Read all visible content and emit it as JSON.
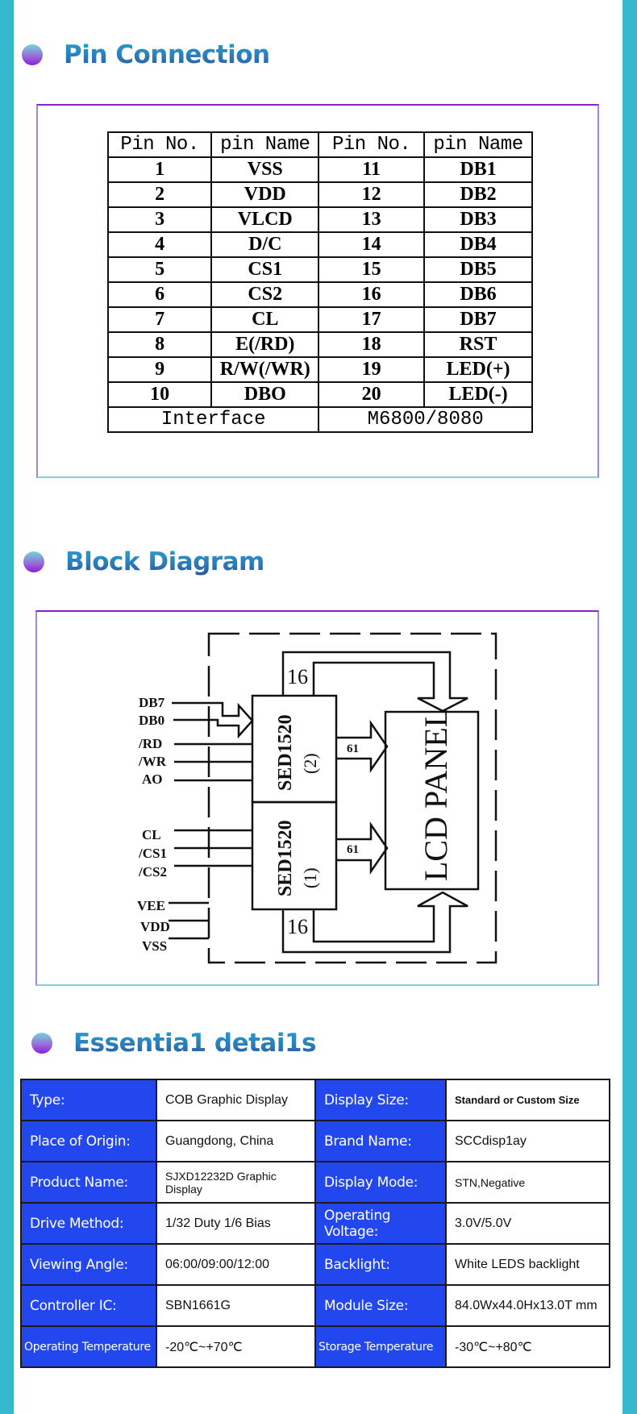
{
  "sections": {
    "pin_connection": {
      "title": "Pin Connection",
      "icon": "gradient-dot"
    },
    "block_diagram": {
      "title": "Block Diagram",
      "icon": "gradient-dot"
    },
    "essential_details": {
      "title": "Essentia1 detai1s",
      "icon": "gradient-dot"
    }
  },
  "pin_table": {
    "headers": [
      "Pin No.",
      "pin Name",
      "Pin No.",
      "pin Name"
    ],
    "rows": [
      [
        "1",
        "VSS",
        "11",
        "DB1"
      ],
      [
        "2",
        "VDD",
        "12",
        "DB2"
      ],
      [
        "3",
        "VLCD",
        "13",
        "DB3"
      ],
      [
        "4",
        "D/C",
        "14",
        "DB4"
      ],
      [
        "5",
        "CS1",
        "15",
        "DB5"
      ],
      [
        "6",
        "CS2",
        "16",
        "DB6"
      ],
      [
        "7",
        "CL",
        "17",
        "DB7"
      ],
      [
        "8",
        "E(/RD)",
        "18",
        "RST"
      ],
      [
        "9",
        "R/W(/WR)",
        "19",
        "LED(+)"
      ],
      [
        "10",
        "DBO",
        "20",
        "LED(-)"
      ]
    ],
    "footer": {
      "label": "Interface",
      "value": "M6800/8080"
    }
  },
  "block_diagram": {
    "inputs_top": [
      "DB7",
      "DB0",
      "/RD",
      "/WR",
      "AO"
    ],
    "inputs_mid": [
      "CL",
      "/CS1",
      "/CS2"
    ],
    "inputs_power": [
      "VEE",
      "VDD",
      "VSS"
    ],
    "chip_upper": {
      "name": "SED1520",
      "index": "(2)"
    },
    "chip_lower": {
      "name": "SED1520",
      "index": "(1)"
    },
    "bus_top_label": "16",
    "bus_bottom_label": "16",
    "seg_upper_label": "61",
    "seg_lower_label": "61",
    "panel_label": "LCD PANEL"
  },
  "details": {
    "rows": [
      [
        {
          "label": "Type:",
          "value": "COB Graphic Display"
        },
        {
          "label": "Display Size:",
          "value": "Standard or Custom Size"
        }
      ],
      [
        {
          "label": "Place of  Origin:",
          "value": "Guangdong, China"
        },
        {
          "label": "Brand Name:",
          "value": "SCCdisp1ay"
        }
      ],
      [
        {
          "label": "Product Name:",
          "value": "SJXD12232D Graphic Display"
        },
        {
          "label": "Display Mode:",
          "value": "STN,Negative"
        }
      ],
      [
        {
          "label": "Drive Method:",
          "value": "1/32 Duty 1/6 Bias"
        },
        {
          "label": "Operating Voltage:",
          "value": "3.0V/5.0V"
        }
      ],
      [
        {
          "label": "Viewing Angle:",
          "value": "06:00/09:00/12:00"
        },
        {
          "label": "Backlight:",
          "value": "White LEDS  backlight"
        }
      ],
      [
        {
          "label": "Controller IC:",
          "value": "SBN1661G"
        },
        {
          "label": "Module Size:",
          "value": "84.0Wx44.0Hx13.0T mm"
        }
      ],
      [
        {
          "label": "Operating  Temperature",
          "value": "-20℃~+70℃"
        },
        {
          "label": "Storage  Temperature",
          "value": "-30℃~+80℃"
        }
      ]
    ]
  },
  "colors": {
    "side_strip": "#36b8cf",
    "label_cell": "#2347ee",
    "title_text": "#2a86c0",
    "frame_top": "#8b1fd0",
    "frame_bottom": "#80d6d6"
  }
}
